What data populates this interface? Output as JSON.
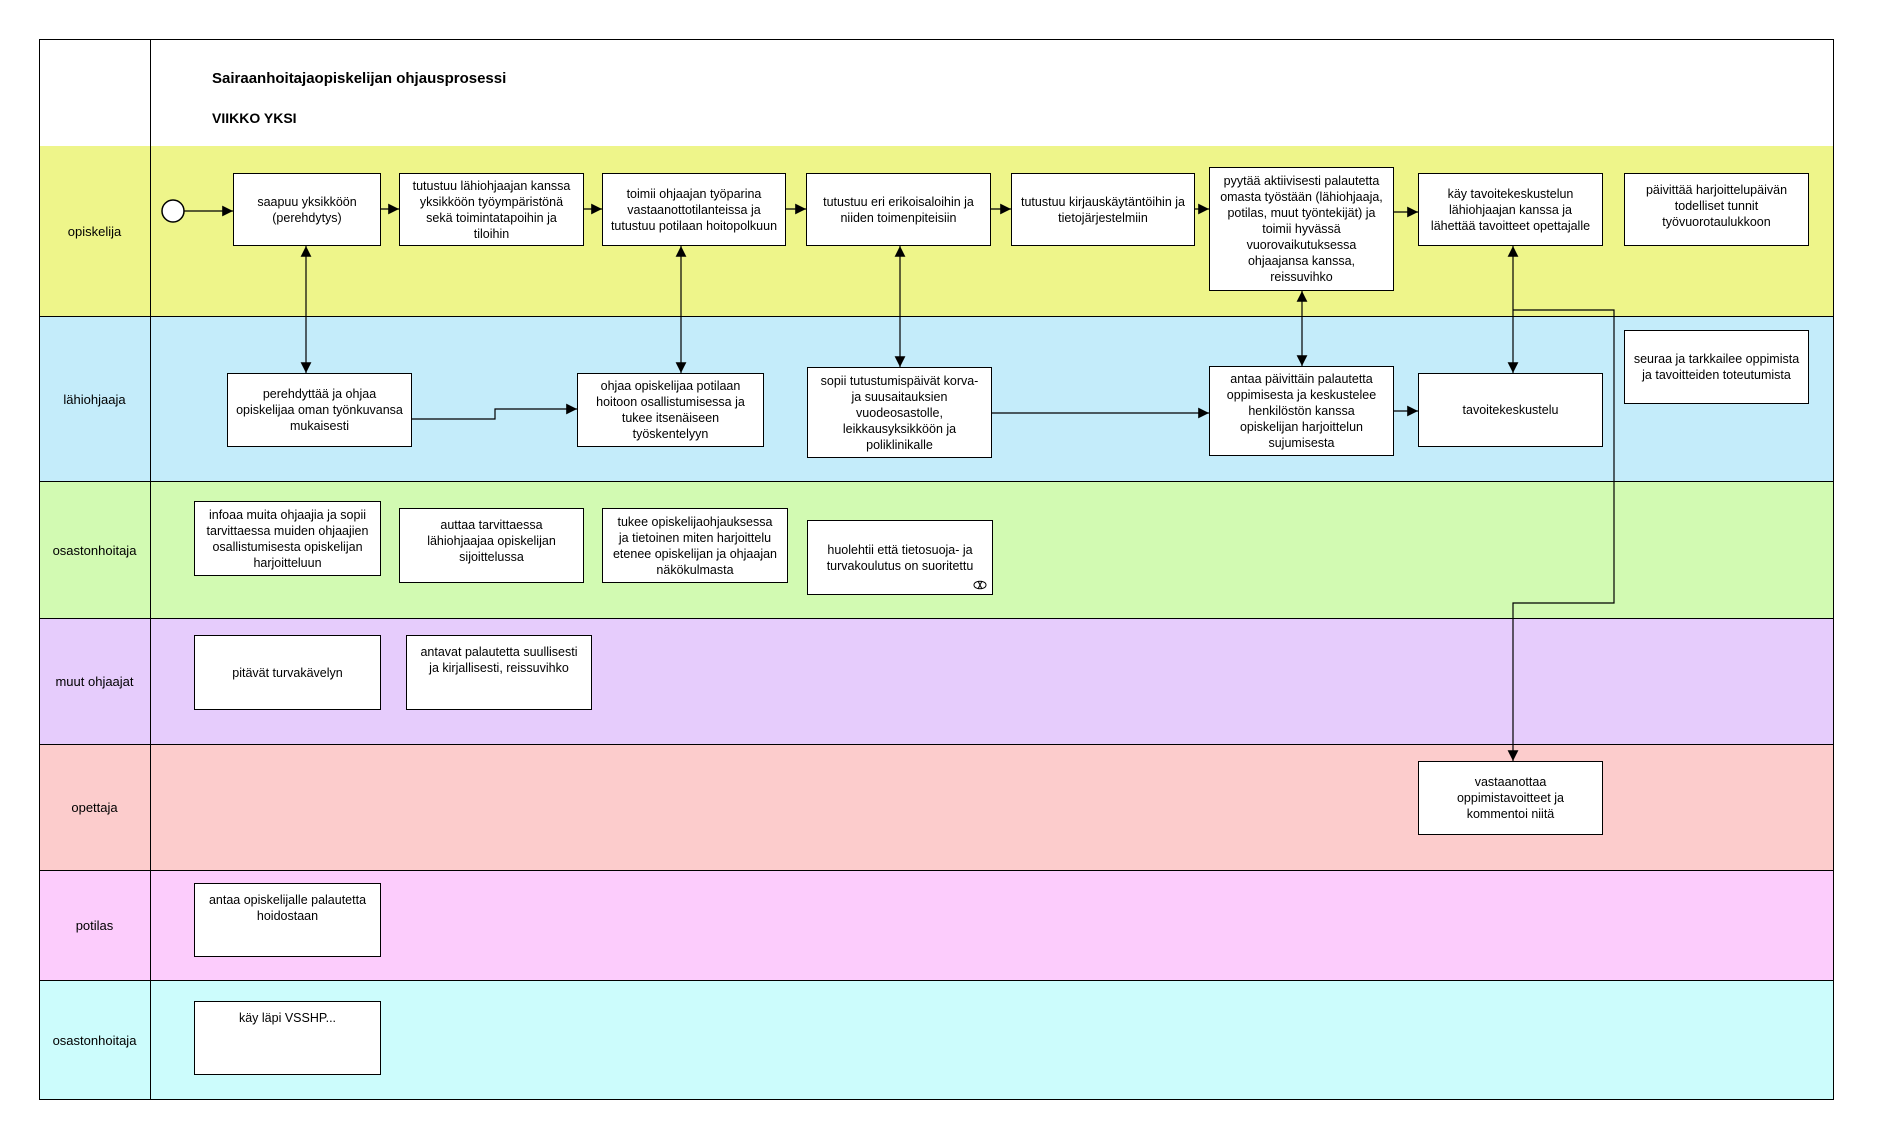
{
  "title": "Sairaanhoitajaopiskelijan ohjausprosessi",
  "subtitle": "VIIKKO YKSI",
  "colors": {
    "opiskelija": "#eef58a",
    "lahiohjaaja": "#c4ecfa",
    "osastonhoitaja": "#d2fab2",
    "muut": "#e6ccfc",
    "opettaja": "#fccccc",
    "potilas": "#fcccfc",
    "osastonhoitaja2": "#ccfcfc",
    "line": "#000000"
  },
  "lanes": [
    {
      "label": "opiskelija"
    },
    {
      "label": "lähiohjaaja"
    },
    {
      "label": "osastonhoitaja"
    },
    {
      "label": "muut ohjaajat"
    },
    {
      "label": "opettaja"
    },
    {
      "label": "potilas"
    },
    {
      "label": "osastonhoitaja"
    }
  ],
  "tasks": {
    "o1": "saapuu yksikköön\n(perehdytys)",
    "o2": "tutustuu lähiohjaajan kanssa\nyksikköön työympäristönä\nsekä toimintatapoihin ja\ntiloihin",
    "o3": "toimii ohjaajan työparina\nvastaanottotilanteissa ja\ntutustuu potilaan hoitopolkuun",
    "o4": "tutustuu eri erikoisaloihin ja\nniiden toimenpiteisiin",
    "o5": "tutustuu kirjauskäytäntöihin ja\ntietojärjestelmiin",
    "o6": "pyytää aktiivisesti palautetta\nomasta työstään (lähiohjaaja,\npotilas, muut työntekijät) ja\ntoimii hyvässä\nvuorovaikutuksessa\nohjaajansa kanssa,\nreissuvihko",
    "o7": "käy tavoitekeskustelun\nlähiohjaajan kanssa ja\nlähettää tavoitteet opettajalle",
    "o8": "päivittää harjoittelupäivän\ntodelliset tunnit\ntyövuorotaulukkoon",
    "l1": "perehdyttää ja ohjaa\nopiskelijaa oman työnkuvansa\nmukaisesti",
    "l2": "ohjaa opiskelijaa potilaan\nhoitoon osallistumisessa ja\ntukee itsenäiseen\ntyöskentelyyn",
    "l3": "sopii tutustumispäivät korva-\nja suusaitauksien\nvuodeosastolle,\nleikkausyksikköön ja\npoliklinikalle",
    "l4": "antaa päivittäin palautetta\noppimisesta ja keskustelee\nhenkilöstön kanssa\nopiskelijan harjoittelun\nsujumisesta",
    "l5": "tavoitekeskustelu",
    "l6": "seuraa ja tarkkailee oppimista\nja tavoitteiden toteutumista",
    "h1": "infoaa muita ohjaajia ja sopii\ntarvittaessa muiden ohjaajien\nosallistumisesta opiskelijan\nharjoitteluun",
    "h2": "auttaa tarvittaessa\nlähiohjaajaa opiskelijan\nsijoittelussa",
    "h3": "tukee opiskelijaohjauksessa\nja tietoinen miten harjoittelu\netenee opiskelijan ja ohjaajan\nnäkökulmasta",
    "h4": "huolehtii että tietosuoja- ja\nturvakoulutus on suoritettu",
    "m1": "pitävät turvakävelyn",
    "m2": "antavat palautetta suullisesti\nja kirjallisesti, reissuvihko",
    "t1": "vastaanottaa\noppimistavoitteet ja\nkommentoi niitä",
    "p1": "antaa opiskelijalle palautetta\nhoidostaan",
    "s1": "käy läpi VSSHP..."
  },
  "icons": {
    "start": "start-event-circle-icon",
    "loop": "loop-marker-icon"
  }
}
